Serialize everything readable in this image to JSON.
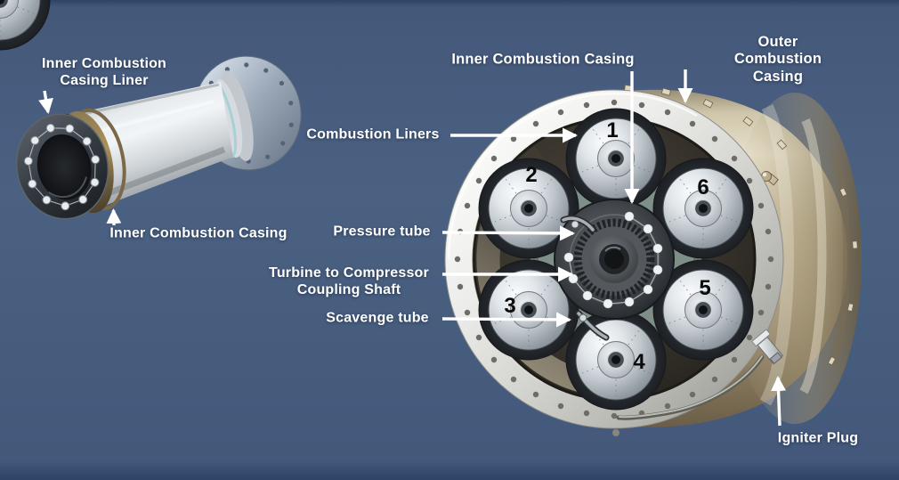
{
  "diagram": {
    "subject": "Gas turbine combustion section",
    "labels": {
      "liner": {
        "text": "Inner Combustion\nCasing Liner"
      },
      "inner_casing_left": {
        "text": "Inner Combustion Casing"
      },
      "inner_casing_top": {
        "text": "Inner Combustion Casing"
      },
      "outer_casing": {
        "text": "Outer Combustion Casing"
      },
      "combustion_liners": {
        "text": "Combustion Liners"
      },
      "pressure_tube": {
        "text": "Pressure tube"
      },
      "coupling_shaft": {
        "text": "Turbine to Compressor\nCoupling Shaft"
      },
      "scavenge_tube": {
        "text": "Scavenge tube"
      },
      "igniter_plug": {
        "text": "Igniter Plug"
      }
    },
    "liner_numbers": [
      {
        "value": "1"
      },
      {
        "value": "2"
      },
      {
        "value": "3"
      },
      {
        "value": "4"
      },
      {
        "value": "5"
      },
      {
        "value": "6"
      }
    ],
    "colors": {
      "background": "#4b6182",
      "label_text": "#ffffff",
      "number_text": "#0b0b0b",
      "arrow": "#ffffff",
      "outer_casing_bronze": "#c8bb9c",
      "flange_silver": "#ececea",
      "liner_silver": "#c0c7cd",
      "cavity_dark": "#2d2a24",
      "backplate_teal": "#7e8f88"
    }
  }
}
